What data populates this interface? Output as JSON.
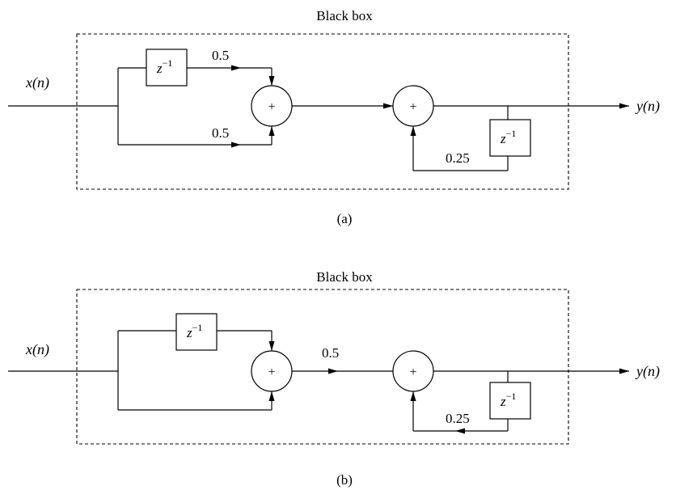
{
  "diagrams": [
    {
      "box_title": "Black box",
      "input_label": "x(n)",
      "output_label": "y(n)",
      "delay_top": "z",
      "delay_feedback": "z",
      "delay_exp": "−1",
      "coef_top": "0.5",
      "coef_bottom": "0.5",
      "coef_mid": "",
      "coef_feedback": "0.25",
      "sum1": "+",
      "sum2": "+",
      "caption": "(a)"
    },
    {
      "box_title": "Black box",
      "input_label": "x(n)",
      "output_label": "y(n)",
      "delay_top": "z",
      "delay_feedback": "z",
      "delay_exp": "−1",
      "coef_top": "",
      "coef_bottom": "",
      "coef_mid": "0.5",
      "coef_feedback": "0.25",
      "sum1": "+",
      "sum2": "+",
      "caption": "(b)"
    }
  ]
}
